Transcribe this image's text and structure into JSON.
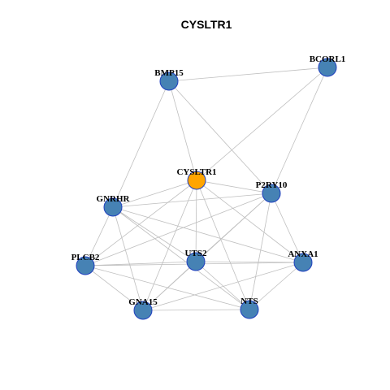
{
  "title": "CYSLTR1",
  "colors": {
    "hub_fill": "#FFA500",
    "node_fill": "#4682B4",
    "node_stroke": "#1F3FBF",
    "edge": "#BFBFBF"
  },
  "nodes": [
    {
      "id": "CYSLTR1",
      "label": "CYSLTR1",
      "hub": true
    },
    {
      "id": "BCORL1",
      "label": "BCORL1",
      "hub": false
    },
    {
      "id": "BMP15",
      "label": "BMP15",
      "hub": false
    },
    {
      "id": "P2RY10",
      "label": "P2RY10",
      "hub": false
    },
    {
      "id": "GNRHR",
      "label": "GNRHR",
      "hub": false
    },
    {
      "id": "UTS2",
      "label": "UTS2",
      "hub": false
    },
    {
      "id": "ANXA1",
      "label": "ANXA1",
      "hub": false
    },
    {
      "id": "PLCB2",
      "label": "PLCB2",
      "hub": false
    },
    {
      "id": "GNA15",
      "label": "GNA15",
      "hub": false
    },
    {
      "id": "NTS",
      "label": "NTS",
      "hub": false
    }
  ],
  "edges": [
    [
      "BMP15",
      "BCORL1"
    ],
    [
      "BMP15",
      "CYSLTR1"
    ],
    [
      "BMP15",
      "GNRHR"
    ],
    [
      "BMP15",
      "P2RY10"
    ],
    [
      "BCORL1",
      "CYSLTR1"
    ],
    [
      "BCORL1",
      "P2RY10"
    ],
    [
      "CYSLTR1",
      "GNRHR"
    ],
    [
      "CYSLTR1",
      "P2RY10"
    ],
    [
      "CYSLTR1",
      "PLCB2"
    ],
    [
      "CYSLTR1",
      "UTS2"
    ],
    [
      "CYSLTR1",
      "ANXA1"
    ],
    [
      "CYSLTR1",
      "GNA15"
    ],
    [
      "CYSLTR1",
      "NTS"
    ],
    [
      "GNRHR",
      "P2RY10"
    ],
    [
      "GNRHR",
      "PLCB2"
    ],
    [
      "GNRHR",
      "UTS2"
    ],
    [
      "GNRHR",
      "GNA15"
    ],
    [
      "GNRHR",
      "NTS"
    ],
    [
      "GNRHR",
      "ANXA1"
    ],
    [
      "P2RY10",
      "UTS2"
    ],
    [
      "P2RY10",
      "PLCB2"
    ],
    [
      "P2RY10",
      "ANXA1"
    ],
    [
      "P2RY10",
      "GNA15"
    ],
    [
      "P2RY10",
      "NTS"
    ],
    [
      "PLCB2",
      "UTS2"
    ],
    [
      "PLCB2",
      "ANXA1"
    ],
    [
      "PLCB2",
      "GNA15"
    ],
    [
      "PLCB2",
      "NTS"
    ],
    [
      "UTS2",
      "ANXA1"
    ],
    [
      "UTS2",
      "GNA15"
    ],
    [
      "UTS2",
      "NTS"
    ],
    [
      "ANXA1",
      "GNA15"
    ],
    [
      "ANXA1",
      "NTS"
    ],
    [
      "GNA15",
      "NTS"
    ]
  ]
}
